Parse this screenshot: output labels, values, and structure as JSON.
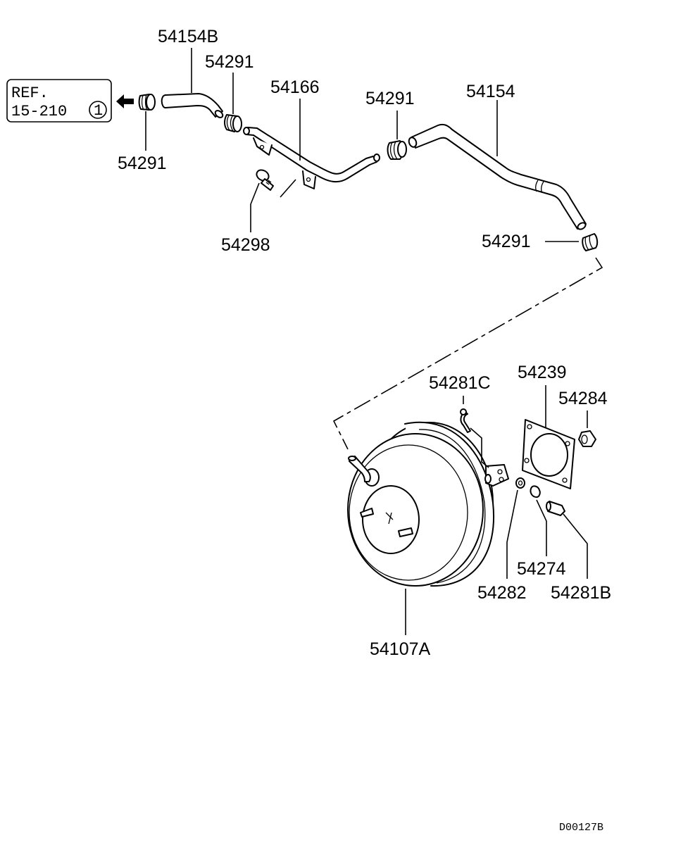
{
  "diagram": {
    "reference": {
      "line1": "REF.",
      "line2": "15-210",
      "circle": "1"
    },
    "labels": {
      "hose_54154B": "54154B",
      "clamp_top": "54291",
      "pipe_54166": "54166",
      "clamp_mid": "54291",
      "hose_54154": "54154",
      "clamp_left": "54291",
      "bolt_54298": "54298",
      "clamp_right": "54291",
      "pin_54281C": "54281C",
      "gasket_54239": "54239",
      "nut_54284": "54284",
      "ring_54274": "54274",
      "washer_54282": "54282",
      "pin_54281B": "54281B",
      "booster_54107A": "54107A"
    },
    "drawing_code": "D00127B"
  }
}
